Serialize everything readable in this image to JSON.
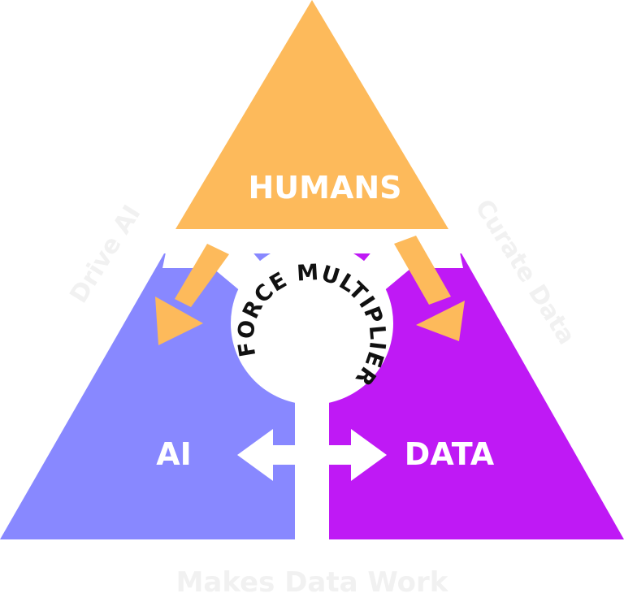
{
  "colors": {
    "humans": "#FDBA5B",
    "ai": "#8888FF",
    "data": "#BF19F5",
    "background": "#FFFFFF",
    "ring_text": "#111111",
    "faint_text": "#F1F1F1"
  },
  "labels": {
    "humans": "HUMANS",
    "ai": "AI",
    "data": "DATA",
    "center": "FORCE MULTIPLIER"
  },
  "faint": {
    "left_edge": "Drive AI",
    "right_edge": "Curate Data",
    "bottom": "Makes Data Work"
  },
  "icons": {
    "humans_arrows": "down-arrow-icon",
    "ai_data_arrow": "double-arrow-icon"
  }
}
